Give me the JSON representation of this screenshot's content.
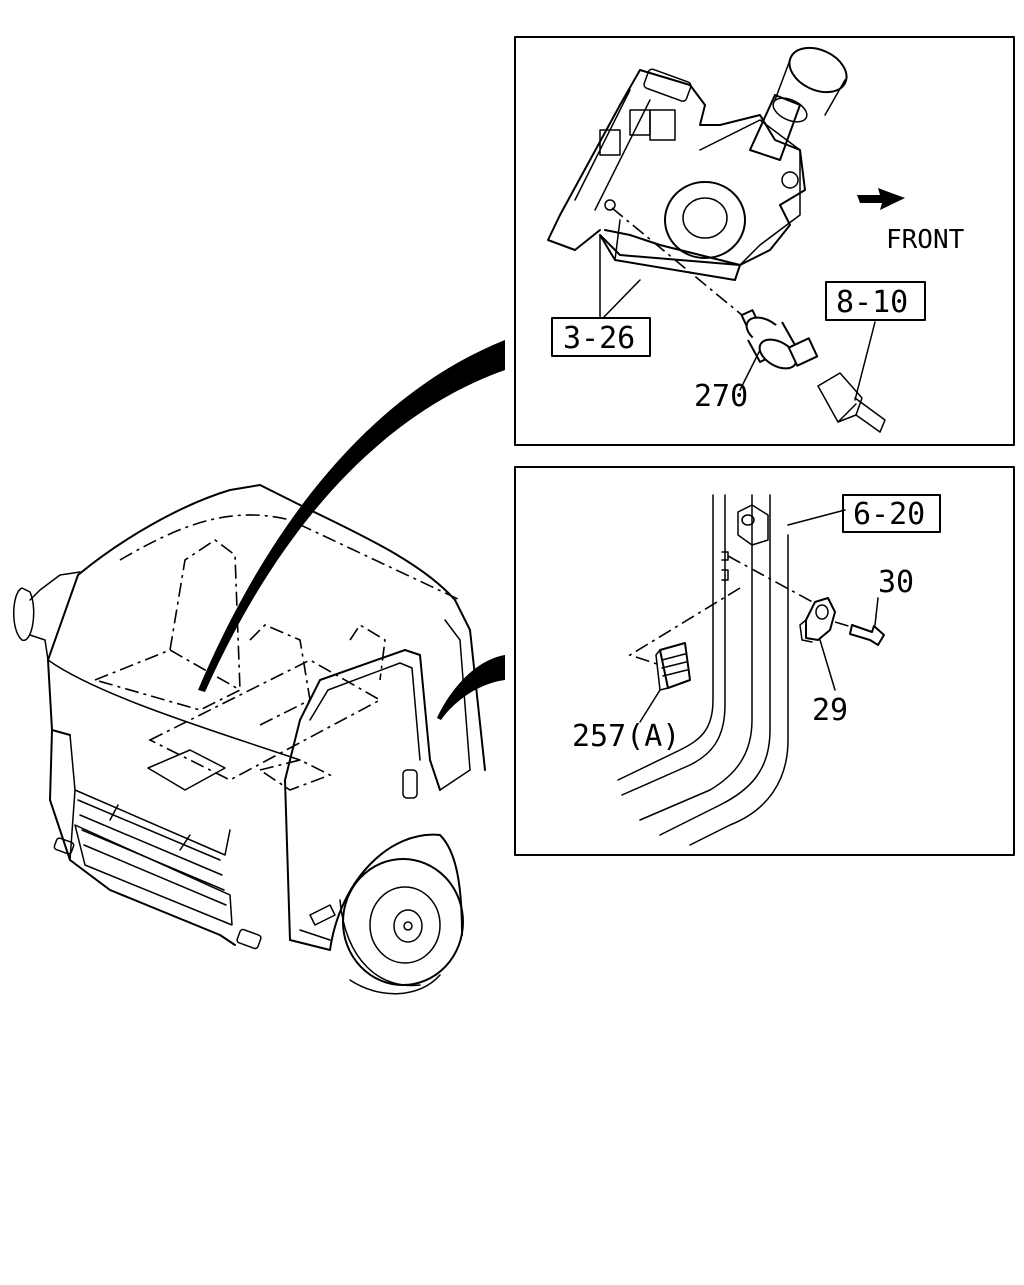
{
  "labels": {
    "front": "FRONT",
    "ref_3_26": "3-26",
    "ref_8_10": "8-10",
    "ref_6_20": "6-20",
    "part_270": "270",
    "part_30": "30",
    "part_29": "29",
    "part_257a": "257(A)"
  },
  "colors": {
    "line": "#000000",
    "background": "#ffffff"
  }
}
